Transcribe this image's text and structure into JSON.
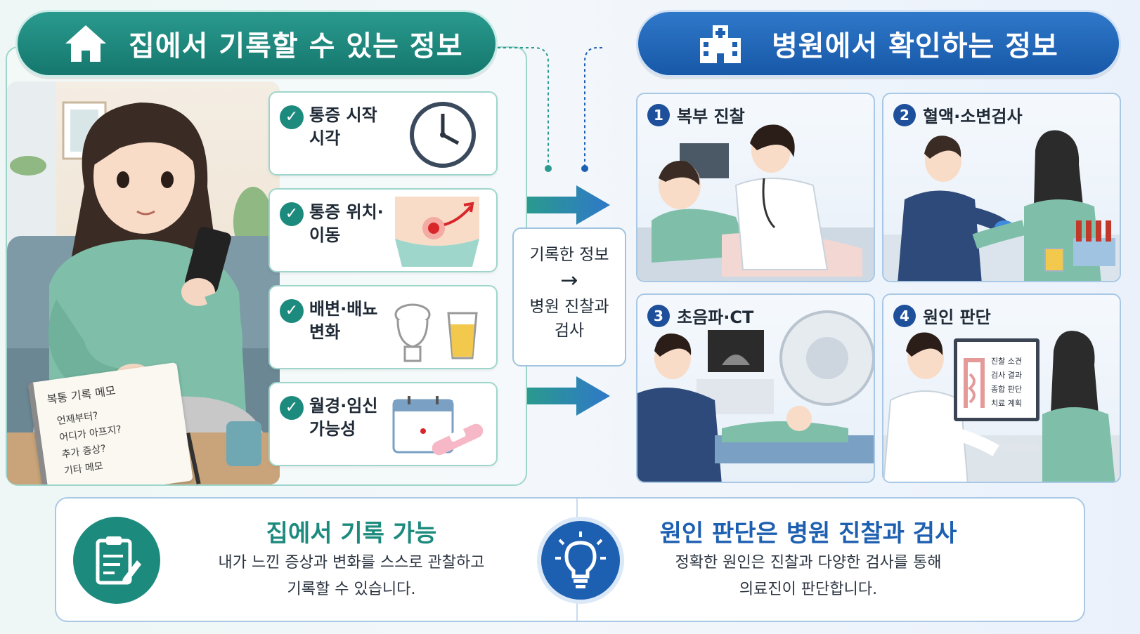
{
  "home_section": {
    "header": "집에서 기록할 수 있는 정보",
    "cards": [
      {
        "label": "통증 시작 시각"
      },
      {
        "label": "통증 위치·이동"
      },
      {
        "label": "배변·배뇨 변화"
      },
      {
        "label": "월경·임신 가능성"
      }
    ],
    "memo": {
      "title": "복통 기록 메모",
      "items": [
        "언제부터?",
        "어디가 아프지?",
        "추가 증상?",
        "기타 메모"
      ]
    }
  },
  "middle": {
    "line1": "기록한 정보",
    "arrow": "→",
    "line2": "병원 진찰과 검사"
  },
  "hospital_section": {
    "header": "병원에서 확인하는 정보",
    "panels": [
      {
        "num": "1",
        "title": "복부 진찰"
      },
      {
        "num": "2",
        "title": "혈액·소변검사"
      },
      {
        "num": "3",
        "title": "초음파·CT"
      },
      {
        "num": "4",
        "title": "원인 판단"
      }
    ],
    "monitor_items": [
      "진찰 소견",
      "검사 결과",
      "종합 판단",
      "치료 계획"
    ]
  },
  "bottom": {
    "left": {
      "title": "집에서 기록 가능",
      "line1": "내가 느낀 증상과 변화를 스스로 관찰하고",
      "line2": "기록할 수 있습니다."
    },
    "right": {
      "title": "원인 판단은 병원 진찰과 검사",
      "line1": "정확한 원인은 진찰과 다양한 검사를 통해",
      "line2": "의료진이 판단합니다."
    }
  },
  "colors": {
    "teal": "#1d8a7e",
    "blue": "#1d5fb0",
    "light_teal": "#9fd6cc",
    "light_blue": "#a9c8e6"
  }
}
